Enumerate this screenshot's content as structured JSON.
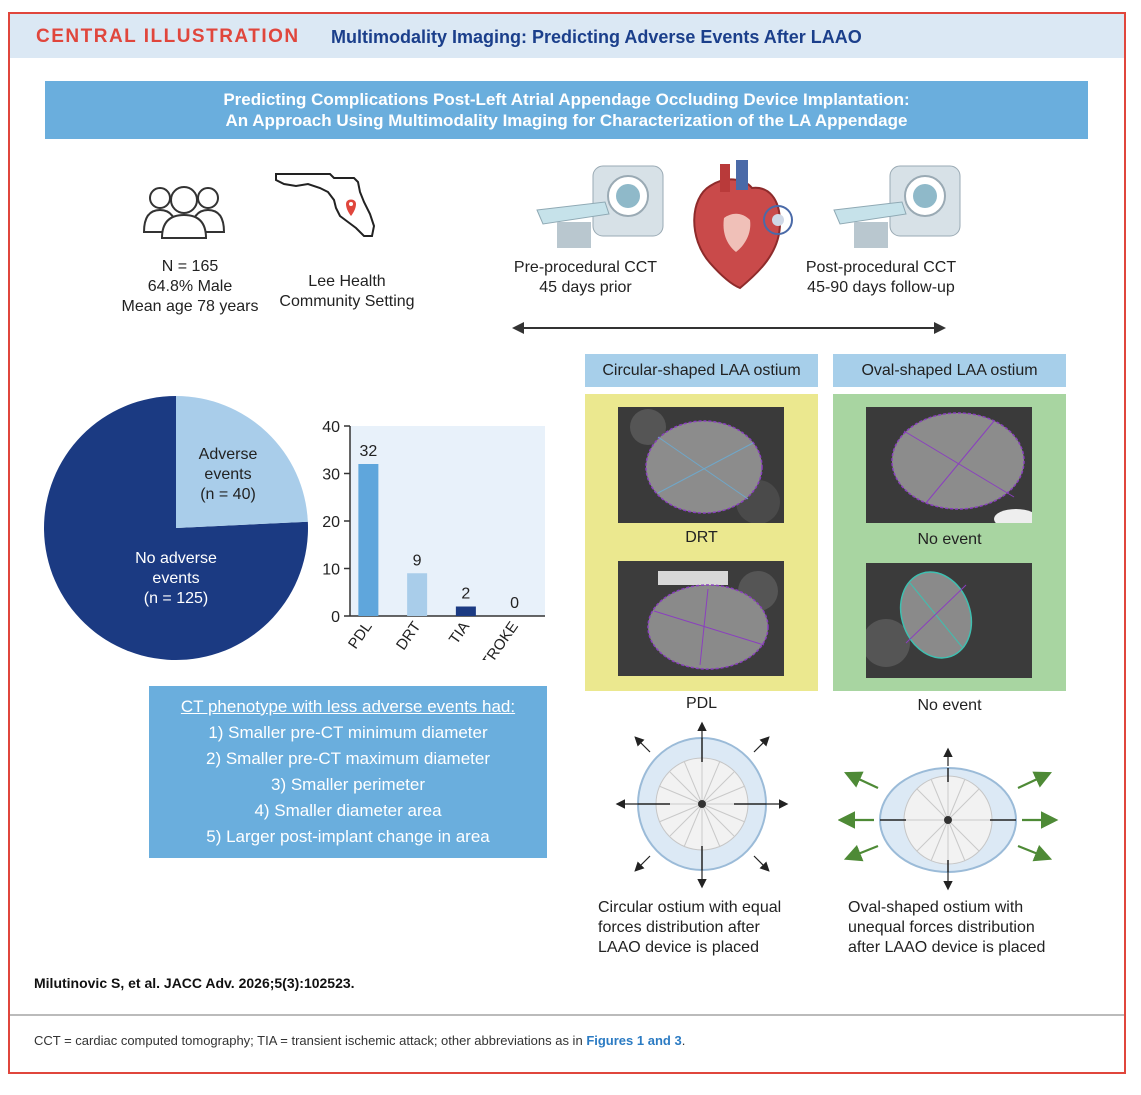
{
  "header": {
    "central_label": "CENTRAL ILLUSTRATION",
    "title": "Multimodality Imaging: Predicting Adverse Events After LAAO"
  },
  "banner": {
    "line1": "Predicting Complications Post-Left Atrial Appendage Occluding Device Implantation:",
    "line2": "An Approach Using Multimodality Imaging for Characterization of the LA Appendage"
  },
  "cohort": {
    "n": "N = 165",
    "male": "64.8% Male",
    "age": "Mean age 78 years",
    "icon": "people-group-icon"
  },
  "setting": {
    "line1": "Lee Health",
    "line2": "Community Setting",
    "icon": "florida-map-icon"
  },
  "timeline": {
    "pre_line1": "Pre-procedural CCT",
    "pre_line2": "45 days prior",
    "post_line1": "Post-procedural CCT",
    "post_line2": "45-90 days follow-up"
  },
  "pie": {
    "adverse_line1": "Adverse",
    "adverse_line2": "events",
    "adverse_line3": "(n = 40)",
    "no_adverse_line1": "No adverse",
    "no_adverse_line2": "events",
    "no_adverse_line3": "(n = 125)",
    "adverse_value": 40,
    "no_adverse_value": 125,
    "adverse_color": "#a9cdea",
    "no_adverse_color": "#1b3a82"
  },
  "chart_data": {
    "type": "bar",
    "categories": [
      "PDL",
      "DRT",
      "TIA",
      "STROKE"
    ],
    "values": [
      32,
      9,
      2,
      0
    ],
    "value_labels": [
      "32",
      "9",
      "2",
      "0"
    ],
    "yticks": [
      "0",
      "10",
      "20",
      "30",
      "40"
    ],
    "ylim": [
      0,
      40
    ],
    "colors": [
      "#5fa6dc",
      "#a9cdea",
      "#1b3a82",
      "#1b3a82"
    ]
  },
  "ostium": {
    "circular_header": "Circular-shaped LAA ostium",
    "oval_header": "Oval-shaped LAA ostium",
    "circular_top_label": "DRT",
    "circular_bottom_label": "PDL",
    "oval_top_label": "No event",
    "oval_bottom_label": "No event",
    "circular_bg": "#ebe88f",
    "oval_bg": "#a8d5a1"
  },
  "forces": {
    "circular_line1": "Circular ostium with equal",
    "circular_line2": "forces distribution after",
    "circular_line3": "LAAO device is placed",
    "oval_line1": "Oval-shaped ostium with",
    "oval_line2": "unequal forces distribution",
    "oval_line3": "after LAAO device is placed"
  },
  "phenotype": {
    "heading": "CT phenotype with less adverse events had:",
    "items": [
      "1) Smaller pre-CT minimum diameter",
      "2) Smaller pre-CT maximum diameter",
      "3) Smaller perimeter",
      "4) Smaller diameter area",
      "5) Larger post-implant change in area"
    ]
  },
  "citation": "Milutinovic S, et al. JACC Adv. 2026;5(3):102523.",
  "footnote": {
    "text": "CCT = cardiac computed tomography; TIA = transient ischemic attack; other abbreviations as in",
    "link": "Figures 1 and 3",
    "end": "."
  }
}
